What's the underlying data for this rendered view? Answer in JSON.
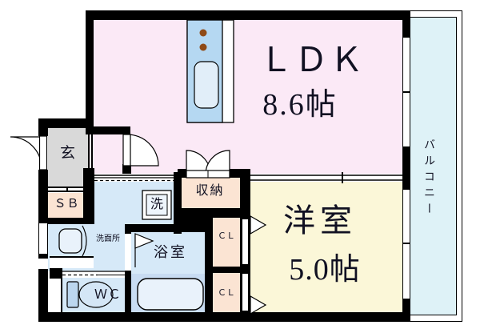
{
  "plan": {
    "title": "apartment-floor-plan",
    "rooms": {
      "ldk": {
        "label": "ＬＤＫ",
        "size": "8.6帖",
        "color": "#fbe9f6"
      },
      "western_room": {
        "label": "洋室",
        "size": "5.0帖",
        "color": "#fbf7d8"
      },
      "balcony": {
        "label": "バルコニー",
        "color": "#def2f7"
      },
      "entrance": {
        "label": "玄",
        "color": "#d9d9d9"
      },
      "shoe_box": {
        "label": "ＳＢ",
        "color": "#fbe4d3"
      },
      "storage": {
        "label": "収納",
        "color": "#fbe4d3"
      },
      "closet_upper": {
        "label": "ＣＬ",
        "color": "#fbe4d3"
      },
      "closet_lower": {
        "label": "ＣＬ",
        "color": "#fbe4d3"
      },
      "washroom": {
        "label": "洗面所",
        "color": "#d6e9f8"
      },
      "laundry": {
        "label": "洗"
      },
      "bathroom": {
        "label": "浴室",
        "color": "#d6e9f8"
      },
      "toilet": {
        "label": "ＷＣ",
        "color": "#d6e9f8"
      }
    },
    "colors": {
      "wall": "#000000",
      "kitchen_counter": "#b5d8f2",
      "burner": "#8f4a16",
      "bathtub_zone": "#c8dcf2",
      "fixture_fill": "#e9f2fb"
    },
    "icons": [
      "entrance-door-icon",
      "room-door-icon",
      "double-closet-door-icon",
      "sliding-door-icon",
      "folding-bath-door-icon",
      "closet-door-arrow-icon",
      "gas-burner-icon",
      "kitchen-sink-icon",
      "washbasin-icon",
      "washing-machine-icon",
      "bathtub-icon",
      "toilet-icon",
      "window-icon"
    ]
  }
}
